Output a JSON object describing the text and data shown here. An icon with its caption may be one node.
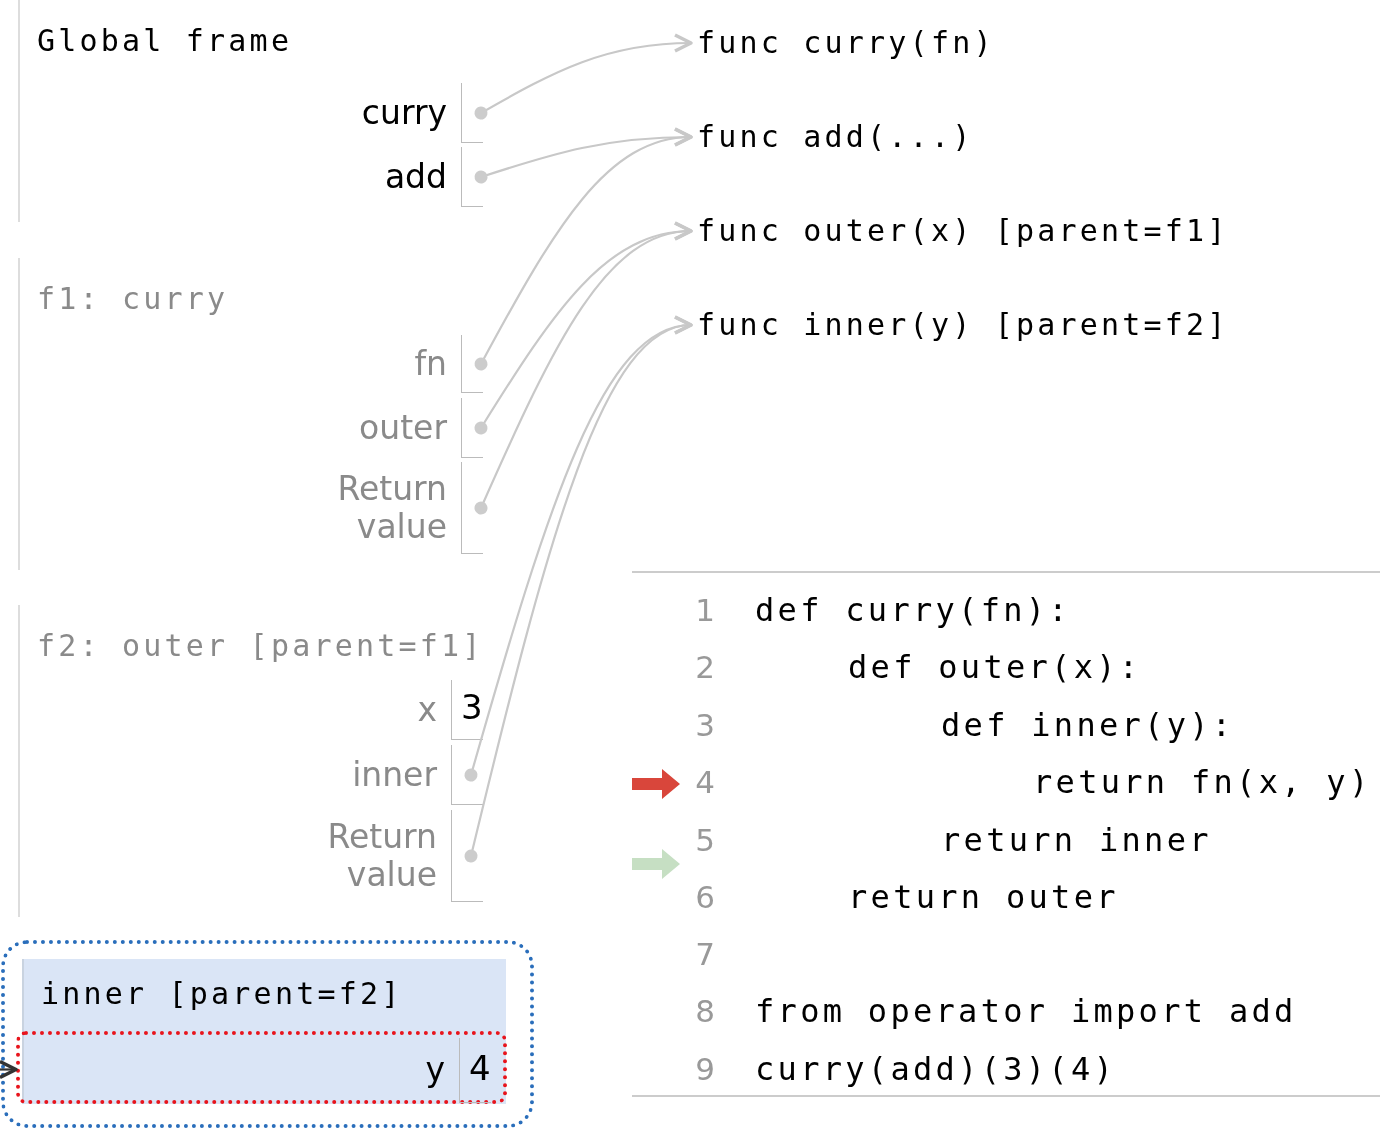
{
  "diagram": {
    "nodes": [
      {
        "text": [
          "Global frame"
        ]
      },
      {
        "text": [],
        "shape": "box",
        "beside": [
          "curry"
        ],
        "in": 0
      },
      {
        "text": [],
        "shape": "box",
        "beside": [
          "add"
        ],
        "in": 0
      },
      {
        "text": [
          "f1: curry"
        ]
      },
      {
        "text": [],
        "shape": "box",
        "beside": [
          "fn"
        ],
        "in": 3
      },
      {
        "text": [],
        "shape": "box",
        "beside": [
          "outer"
        ],
        "in": 3
      },
      {
        "text": [],
        "shape": "box",
        "beside": [
          "Return value"
        ],
        "in": 3
      },
      {
        "text": [
          "f2: outer [parent=f1]"
        ]
      },
      {
        "text": [
          "3"
        ],
        "beside": [
          "x"
        ],
        "in": 7
      },
      {
        "text": [],
        "shape": "box",
        "beside": [
          "inner"
        ],
        "in": 7
      },
      {
        "text": [],
        "shape": "box",
        "beside": [
          "Return value"
        ],
        "in": 7
      },
      {
        "text": [],
        "shape": "box"
      },
      {
        "text": [
          "inner [parent=f2]"
        ],
        "in": 11
      },
      {
        "text": [],
        "shape": "box",
        "in": 12
      },
      {
        "text": [
          "4"
        ],
        "beside": [
          "y"
        ],
        "in": 13
      },
      {
        "text": [
          "func curry(fn)"
        ]
      },
      {
        "text": [
          "func add(...)"
        ]
      },
      {
        "text": [
          "func outer(x) [parent=f1]"
        ]
      },
      {
        "text": [
          "func inner(y) [parent=f2]"
        ]
      }
    ],
    "edges": [
      {
        "from": 1,
        "to": 15,
        "arrow": "to"
      },
      {
        "from": 2,
        "to": 16,
        "arrow": "to"
      },
      {
        "from": 4,
        "to": 16,
        "arrow": "to"
      },
      {
        "from": 5,
        "to": 17,
        "arrow": "to"
      },
      {
        "from": 6,
        "to": 17,
        "arrow": "to"
      },
      {
        "from": 9,
        "to": 18,
        "arrow": "to"
      },
      {
        "from": 10,
        "to": 18,
        "arrow": "to"
      },
      {
        "from": null,
        "to": 13,
        "arrow": "to",
        "color": "#333333"
      }
    ],
    "labels": [
      "1",
      "def curry(fn):",
      "2",
      "def outer(x):",
      "3",
      "def inner(y):",
      "4",
      "return fn(x, y)",
      "5",
      "return inner",
      "6",
      "return outer",
      "7",
      "8",
      "from operator import add",
      "9",
      "curry(add)(3)(4)"
    ]
  }
}
